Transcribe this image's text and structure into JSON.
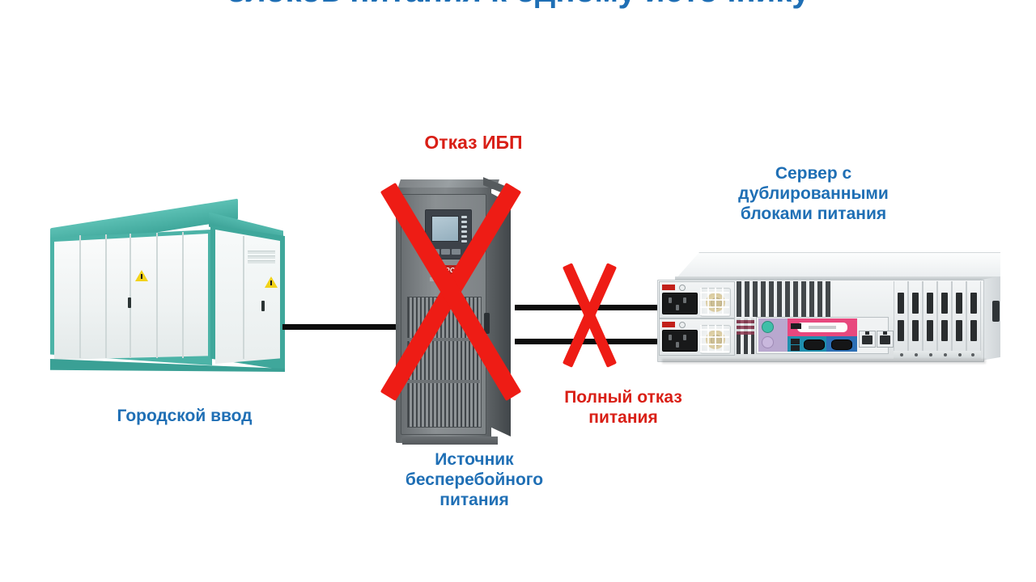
{
  "title": "блоков питания к одному источнику",
  "colors": {
    "title_blue": "#1f6fb5",
    "label_blue": "#1f6fb5",
    "alert_red": "#d91f16",
    "x_red": "#ee1c15",
    "cable_black": "#0d0d0d",
    "substation_teal": "#4cb3a7",
    "ups_gray": "#7d8285",
    "server_silver": "#e7ebec"
  },
  "labels": {
    "city_input": "Городской ввод",
    "ups": "Источник\nбесперебойного\nпитания",
    "ups_line1": "Источник",
    "ups_line2": "бесперебойного",
    "ups_line3": "питания",
    "server_line1": "Сервер с",
    "server_line2": "дублированными",
    "server_line3": "блоками питания",
    "ups_failure": "Отказ ИБП",
    "total_failure_line1": "Полный отказ",
    "total_failure_line2": "питания"
  },
  "diagram": {
    "nodes": [
      {
        "id": "substation",
        "name": "Городской ввод",
        "kind": "transformer-substation"
      },
      {
        "id": "ups",
        "name": "Источник бесперебойного питания",
        "kind": "ups-cabinet",
        "brand": "APC",
        "status": "failed"
      },
      {
        "id": "server",
        "name": "Сервер с дублированными блоками питания",
        "kind": "rack-server-2u",
        "psu_count": 2
      }
    ],
    "links": [
      {
        "from": "substation",
        "to": "ups",
        "count": 1,
        "status": "ok"
      },
      {
        "from": "ups",
        "to": "server",
        "count": 2,
        "status": "failed"
      }
    ],
    "failures": [
      {
        "target": "ups",
        "marker": "red-cross-large",
        "label": "Отказ ИБП"
      },
      {
        "target": "ups-to-server-cables",
        "marker": "red-cross-small",
        "label": "Полный отказ питания"
      }
    ]
  },
  "ups_device": {
    "brand": "APC",
    "panel": "lcd-display",
    "led_count": 6
  }
}
